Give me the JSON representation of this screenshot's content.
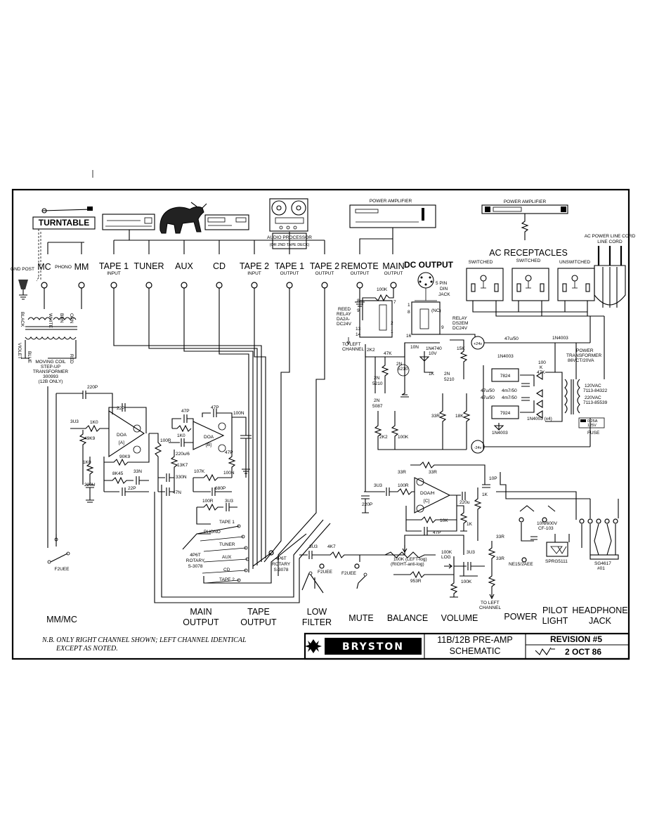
{
  "devices": {
    "turntable": "TURNTABLE",
    "audio_processor": "AUDIO PROCESSOR",
    "audio_processor_sub": "(OR 2ND TAPE DECK)",
    "power_amp_1": "POWER AMPLIFIER",
    "power_amp_2": "POWER AMPLIFIER",
    "ac_power_cord": "AC POWER LINE CORD"
  },
  "inputs": {
    "mc": "MC",
    "phono": "PHONO",
    "mm": "MM",
    "tape1": "TAPE 1",
    "tape1_sub": "INPUT",
    "tuner": "TUNER",
    "aux": "AUX",
    "cd": "CD",
    "tape2": "TAPE 2",
    "tape2_sub": "INPUT",
    "tape1_out": "TAPE 1",
    "tape1_out_sub": "OUTPUT",
    "tape2_out": "TAPE 2",
    "tape2_out_sub": "OUTPUT",
    "remote": "REMOTE",
    "remote_sub": "OUTPUT",
    "main": "MAIN",
    "main_sub": "OUTPUT",
    "dc_output": "DC OUTPUT",
    "gnd_post": "GND POST"
  },
  "ac": {
    "title": "AC RECEPTACLES",
    "switched1": "SWITCHED",
    "switched2": "SWITCHED",
    "unswitched": "UNSWITCHED"
  },
  "transformer": {
    "colors": [
      "BLACK",
      "WHITE",
      "BRN",
      "ORN",
      "VIOLET",
      "BLUE",
      "RED"
    ],
    "name": "MOVING COIL",
    "name2": "STEP-UP",
    "name3": "TRANSFORMER",
    "part": "300993",
    "note": "(12B ONLY)"
  },
  "components": {
    "c220p_a": "220P",
    "r3u3": "3U3",
    "r1k0": "1K0",
    "r49k9": "49K9",
    "c22p": "22P",
    "doa_a": "DOA",
    "doa_a_id": "[A]",
    "r90k9": "90K9",
    "r1k0b": "1K0",
    "r8k45": "8K45",
    "c33n": "33N",
    "c22p_b": "22P",
    "c220u": "220U",
    "r100r": "100R",
    "c47p_a": "47P",
    "c47p_b": "47P",
    "r1k0c": "1K0",
    "doa_b": "DOA",
    "doa_b_id": "[B]",
    "c220u6": "220u/6",
    "r13k7": "13K7",
    "c330n": "330N",
    "c47n": "47N",
    "r107k": "107K",
    "c47p_c": "47P",
    "c100n_a": "100N",
    "c100n_b": "100N",
    "c680p": "680P",
    "r100r_b": "100R",
    "r3u3_b": "3U3",
    "sel_tape1": "TAPE 1",
    "sel_phono": "PHONO",
    "sel_tuner": "TUNER",
    "sel_aux": "AUX",
    "sel_cd": "CD",
    "sel_tape2": "TAPE 2",
    "rot1_a": "4P6T",
    "rot1_b": "ROTARY",
    "rot1_c": "S-3078",
    "rot2_a": "4P6T",
    "rot2_b": "ROTARY",
    "rot2_c": "S-3078",
    "fuse_f2uee": "F2UEE",
    "r100k_relay": "100K",
    "relay_a": "REED",
    "relay_b": "RELAY",
    "relay_c": "DA2A-",
    "relay_d": "DC24V",
    "to_left": "TO LEFT",
    "to_left2": "CHANNEL",
    "r2k2": "2K2",
    "r47k": "47K",
    "r2k2_b": "2K2",
    "q2n5210": "2N",
    "q5210": "5210",
    "q2n5087": "2N",
    "q5087": "5087",
    "r100k_b": "100K",
    "r10n": "10N",
    "z1n4740": "1N4740",
    "z10v": "10V",
    "r1k": "1K",
    "r15k": "15K",
    "q2n5210c": "2N",
    "q5210c": "5210",
    "r33r": "33R",
    "r18k": "18K",
    "reg7824": "7824",
    "reg7924": "7924",
    "c47u50a": "47u/50",
    "c4m7a": "4m7/50",
    "c47u50b": "47u/50",
    "c4m7b": "4m7/50",
    "d1n4003a": "1N4003",
    "d1n4003b": "1N4003",
    "d1n4003x4": "1N4003 (x4)",
    "d1n4003c": "1N4003",
    "c47u50c": "47u/50",
    "r100k_c": "100",
    "r100k_d": "K",
    "r47k_c": "47K",
    "pos24": "+24v",
    "neg24": "-24v",
    "din1": "5 PIN",
    "din2": "DIN",
    "din3": "JACK",
    "relay2_a": "RELAY",
    "relay2_b": "DS2EM",
    "relay2_c": "DC24V",
    "nc": "(NC)",
    "pt_a": "POWER",
    "pt_b": "TRANSFORMER",
    "pt_c": "86VCT/20VA",
    "v120": "120VAC",
    "p120": "7113-84322",
    "v220": "220VAC",
    "p220": "7113-85539",
    "fuse": "FUSE",
    "fuse_a": "0.25A",
    "fuse_b": "125V",
    "r33r_a": "33R",
    "r33r_b": "33R",
    "c3u3": "3U3",
    "c100r": "100R",
    "c220p_b": "220P",
    "doa_c": "DOA/H",
    "doa_c_id": "[C]",
    "r10k": "10K",
    "c47p_d": "47P",
    "c220u_b": "220u",
    "r1k_b": "1K",
    "c10p": "10P",
    "r1k_c": "1K",
    "c3u3_b": "3U3",
    "r4k7": "4K7",
    "bal_pot": "100K (LEFT-log)",
    "bal_pot2": "(RIGHT-anti-log)",
    "r953r": "953R",
    "vol1": "100K",
    "vol2": "LOG",
    "c3u3_c": "3U3",
    "r100k_e": "100K",
    "f2uee_b": "F2UEE",
    "f2uee_c": "F2UEE",
    "r33r_c": "33R",
    "r33r_d": "33R",
    "c10n600": "10N/600V",
    "cf103": "CF-103",
    "ne15": "NE15/2AEE",
    "sprg": "SPRG5111",
    "sg4617": "SG4617",
    "sg01": "#01"
  },
  "bottom_labels": {
    "mm_mc": "MM/MC",
    "main_output_1": "MAIN",
    "main_output_2": "OUTPUT",
    "tape_output_1": "TAPE",
    "tape_output_2": "OUTPUT",
    "low_filter_1": "LOW",
    "low_filter_2": "FILTER",
    "mute": "MUTE",
    "balance": "BALANCE",
    "volume": "VOLUME",
    "power": "POWER",
    "pilot_1": "PILOT",
    "pilot_2": "LIGHT",
    "headphone_1": "HEADPHONE",
    "headphone_2": "JACK"
  },
  "title_block": {
    "note_1": "N.B. ONLY RIGHT CHANNEL SHOWN; LEFT CHANNEL IDENTICAL",
    "note_2": "EXCEPT AS NOTED.",
    "brand": "BRYSTON",
    "title_1": "11B/12B PRE-AMP",
    "title_2": "SCHEMATIC",
    "revision": "REVISION #5",
    "date": "2 OCT 86"
  }
}
